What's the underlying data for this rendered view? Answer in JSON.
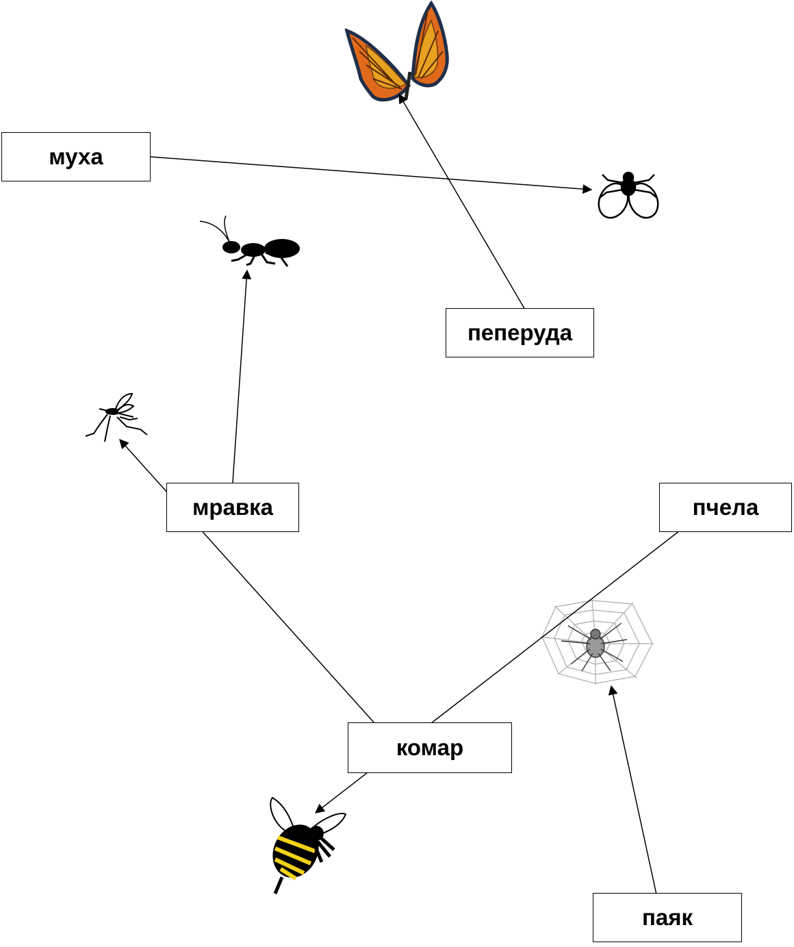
{
  "labels": {
    "muha": "муха",
    "peperuda": "пеперуда",
    "mravka": "мравка",
    "pchela": "пчела",
    "komar": "комар",
    "payak": "паяк"
  },
  "pictures": [
    "butterfly",
    "fly",
    "ant",
    "mosquito",
    "spider-web",
    "bee"
  ],
  "colors": {
    "butterfly_wing": "#e06a1c",
    "butterfly_inner": "#e8a020",
    "bee_yellow": "#f2d21a",
    "web": "#b5b5b5"
  }
}
